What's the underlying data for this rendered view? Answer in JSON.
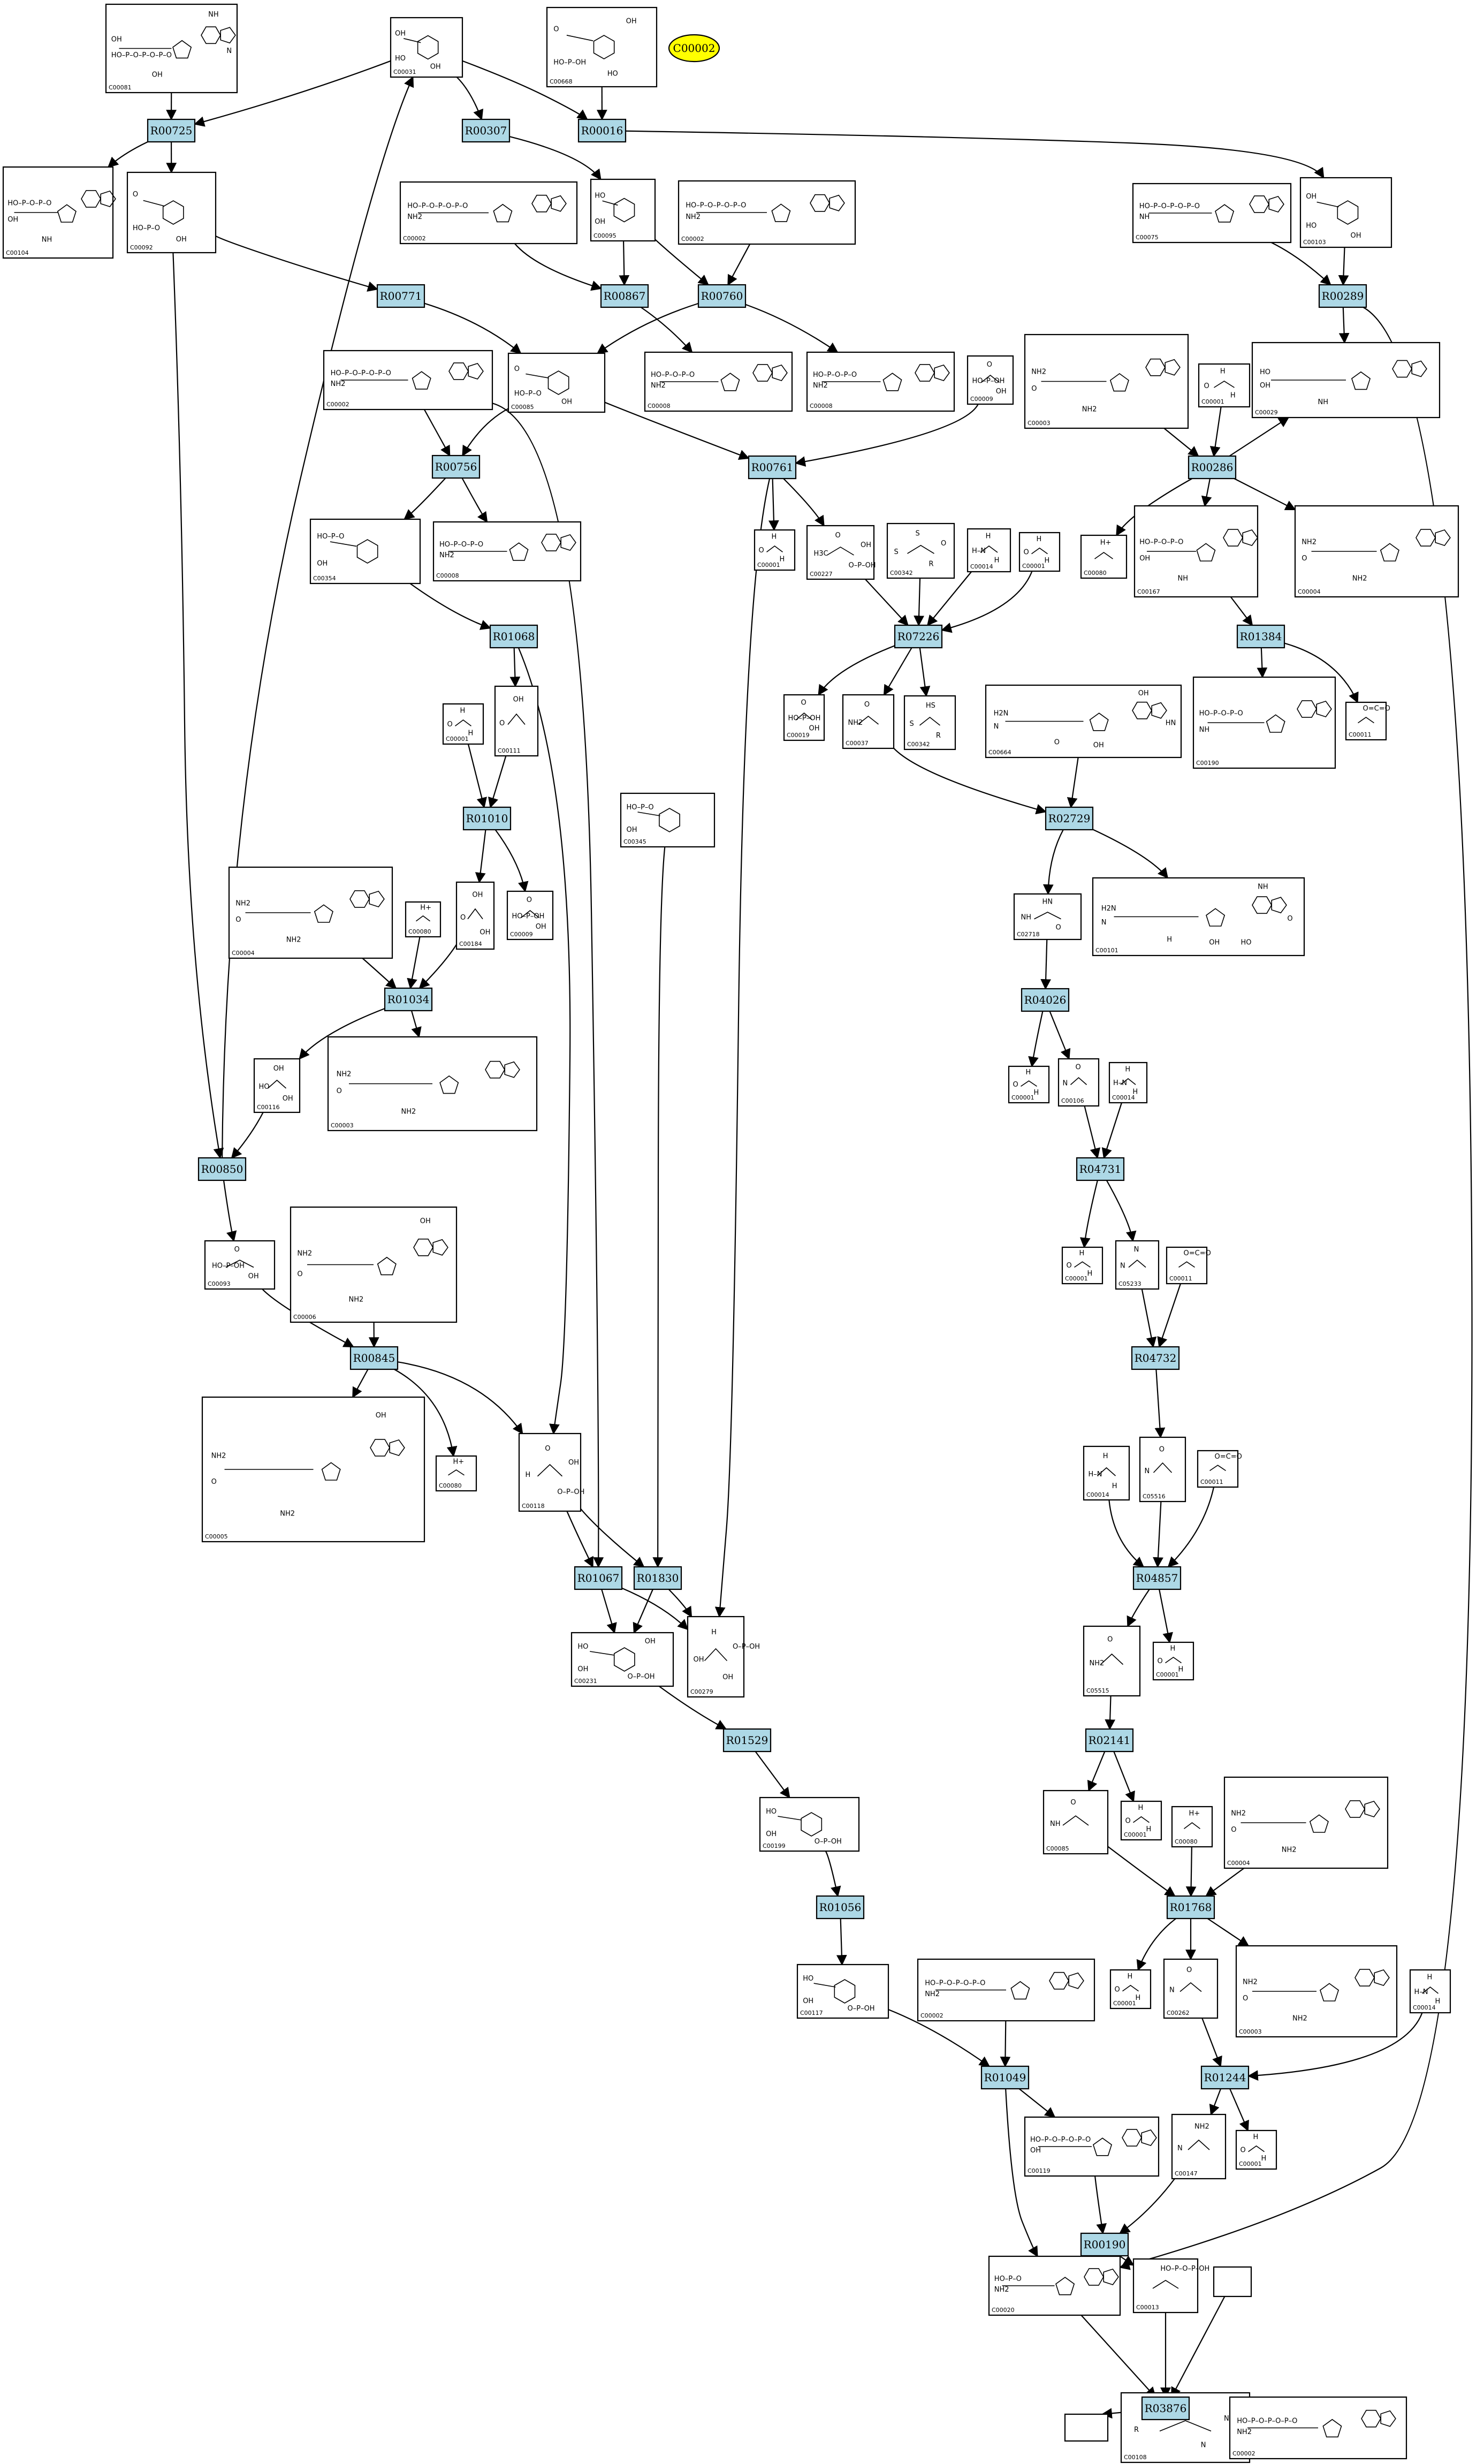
{
  "map": {
    "legend_node": {
      "label": "C00002",
      "fill": "#ffff00"
    },
    "reaction_fill": "#add8e6",
    "compounds": [
      {
        "id": "c1",
        "label": "C00081",
        "kind": "nucleotide",
        "atoms": [
          "OH",
          "HO–P–O–P–O–P–O",
          "OH",
          "NH",
          "N"
        ]
      },
      {
        "id": "c2",
        "label": "C00031",
        "kind": "sugar",
        "atoms": [
          "OH",
          "HO",
          "OH"
        ]
      },
      {
        "id": "c3",
        "label": "C00668",
        "kind": "sugar",
        "atoms": [
          "O",
          "HO–P–OH",
          "HO",
          "OH"
        ]
      },
      {
        "id": "c4",
        "label": "C00104",
        "kind": "nucleotide",
        "atoms": [
          "HO–P–O–P–O",
          "OH",
          "NH"
        ]
      },
      {
        "id": "c5",
        "label": "C00092",
        "kind": "sugar",
        "atoms": [
          "O",
          "HO–P–O",
          "OH"
        ]
      },
      {
        "id": "c6",
        "label": "C00002",
        "kind": "nucleotide",
        "atoms": [
          "HO–P–O–P–O–P–O",
          "NH2"
        ]
      },
      {
        "id": "c7",
        "label": "C00095",
        "kind": "sugar",
        "atoms": [
          "HO",
          "OH"
        ]
      },
      {
        "id": "c8",
        "label": "C00002",
        "kind": "nucleotide",
        "atoms": [
          "HO–P–O–P–O–P–O",
          "NH2"
        ]
      },
      {
        "id": "c9",
        "label": "C00075",
        "kind": "nucleotide",
        "atoms": [
          "HO–P–O–P–O–P–O",
          "NH"
        ]
      },
      {
        "id": "c10",
        "label": "C00103",
        "kind": "sugar",
        "atoms": [
          "OH",
          "HO",
          "OH"
        ]
      },
      {
        "id": "c11",
        "label": "C00002",
        "kind": "nucleotide",
        "atoms": [
          "HO–P–O–P–O–P–O",
          "NH2"
        ]
      },
      {
        "id": "c12",
        "label": "C00085",
        "kind": "sugar",
        "atoms": [
          "O",
          "HO–P–O",
          "OH"
        ]
      },
      {
        "id": "c13",
        "label": "C00008",
        "kind": "nucleotide",
        "atoms": [
          "HO–P–O–P–O",
          "NH2"
        ]
      },
      {
        "id": "c14",
        "label": "C00008",
        "kind": "nucleotide",
        "atoms": [
          "HO–P–O–P–O",
          "NH2"
        ]
      },
      {
        "id": "c15",
        "label": "C00009",
        "kind": "small",
        "atoms": [
          "O",
          "HO–P–OH",
          "OH"
        ]
      },
      {
        "id": "c16",
        "label": "C00003",
        "kind": "nucleotide",
        "atoms": [
          "NH2",
          "O",
          "NH2"
        ]
      },
      {
        "id": "c17",
        "label": "C00001",
        "kind": "small",
        "atoms": [
          "H",
          "O",
          "H"
        ]
      },
      {
        "id": "c18",
        "label": "C00029",
        "kind": "nucleotide",
        "atoms": [
          "HO",
          "OH",
          "NH"
        ]
      },
      {
        "id": "c19",
        "label": "C00354",
        "kind": "sugar",
        "atoms": [
          "HO–P–O",
          "OH"
        ]
      },
      {
        "id": "c20",
        "label": "C00008",
        "kind": "nucleotide",
        "atoms": [
          "HO–P–O–P–O",
          "NH2"
        ]
      },
      {
        "id": "c21",
        "label": "C00001",
        "kind": "small",
        "atoms": [
          "H",
          "O",
          "H"
        ]
      },
      {
        "id": "c22",
        "label": "C00227",
        "kind": "small",
        "atoms": [
          "O",
          "H3C",
          "O–P–OH",
          "OH"
        ]
      },
      {
        "id": "c23",
        "label": "C00342",
        "kind": "small",
        "atoms": [
          "S",
          "S",
          "R",
          "O"
        ]
      },
      {
        "id": "c24",
        "label": "C00014",
        "kind": "small",
        "atoms": [
          "H",
          "H–N",
          "H"
        ]
      },
      {
        "id": "c25",
        "label": "C00001",
        "kind": "small",
        "atoms": [
          "H",
          "O",
          "H"
        ]
      },
      {
        "id": "c26",
        "label": "C00080",
        "kind": "small",
        "atoms": [
          "H+"
        ]
      },
      {
        "id": "c27",
        "label": "C00167",
        "kind": "nucleotide",
        "atoms": [
          "HO–P–O–P–O",
          "OH",
          "NH"
        ]
      },
      {
        "id": "c28",
        "label": "C00004",
        "kind": "nucleotide",
        "atoms": [
          "NH2",
          "O",
          "NH2"
        ]
      },
      {
        "id": "c29",
        "label": "C00001",
        "kind": "small",
        "atoms": [
          "H",
          "O",
          "H"
        ]
      },
      {
        "id": "c30",
        "label": "C00111",
        "kind": "small",
        "atoms": [
          "OH",
          "O"
        ]
      },
      {
        "id": "c31",
        "label": "C00019",
        "kind": "small",
        "atoms": [
          "O",
          "HO–P–OH",
          "OH"
        ]
      },
      {
        "id": "c32",
        "label": "C00037",
        "kind": "small",
        "atoms": [
          "O",
          "NH2"
        ]
      },
      {
        "id": "c33",
        "label": "C00342",
        "kind": "small",
        "atoms": [
          "HS",
          "S",
          "R"
        ]
      },
      {
        "id": "c34",
        "label": "C00664",
        "kind": "large",
        "atoms": [
          "H2N",
          "N",
          "O",
          "OH",
          "HN",
          "OH"
        ]
      },
      {
        "id": "c35",
        "label": "C00190",
        "kind": "nucleotide",
        "atoms": [
          "HO–P–O–P–O",
          "NH"
        ]
      },
      {
        "id": "c36",
        "label": "C00011",
        "kind": "small",
        "atoms": [
          "O=C=O"
        ]
      },
      {
        "id": "c37",
        "label": "C00345",
        "kind": "sugar",
        "atoms": [
          "HO–P–O",
          "OH"
        ]
      },
      {
        "id": "c38",
        "label": "C00004",
        "kind": "nucleotide",
        "atoms": [
          "NH2",
          "O",
          "NH2"
        ]
      },
      {
        "id": "c39",
        "label": "C00080",
        "kind": "small",
        "atoms": [
          "H+"
        ]
      },
      {
        "id": "c40",
        "label": "C00184",
        "kind": "small",
        "atoms": [
          "OH",
          "O",
          "OH"
        ]
      },
      {
        "id": "c41",
        "label": "C00009",
        "kind": "small",
        "atoms": [
          "O",
          "HO–P–OH",
          "OH"
        ]
      },
      {
        "id": "c42",
        "label": "C02718",
        "kind": "small",
        "atoms": [
          "HN",
          "NH",
          "O"
        ]
      },
      {
        "id": "c43",
        "label": "C00101",
        "kind": "large",
        "atoms": [
          "H2N",
          "N",
          "H",
          "NH",
          "O",
          "OH",
          "HO"
        ]
      },
      {
        "id": "c44",
        "label": "C00116",
        "kind": "small",
        "atoms": [
          "OH",
          "HO",
          "OH"
        ]
      },
      {
        "id": "c45",
        "label": "C00003",
        "kind": "nucleotide",
        "atoms": [
          "NH2",
          "O",
          "NH2"
        ]
      },
      {
        "id": "c46",
        "label": "C00001",
        "kind": "small",
        "atoms": [
          "H",
          "O",
          "H"
        ]
      },
      {
        "id": "c47",
        "label": "C00106",
        "kind": "small",
        "atoms": [
          "O",
          "N"
        ]
      },
      {
        "id": "c48",
        "label": "C00014",
        "kind": "small",
        "atoms": [
          "H",
          "H–N",
          "H"
        ]
      },
      {
        "id": "c49",
        "label": "C00093",
        "kind": "small",
        "atoms": [
          "O",
          "HO–P–OH",
          "OH"
        ]
      },
      {
        "id": "c50",
        "label": "C00006",
        "kind": "nucleotide",
        "atoms": [
          "NH2",
          "O",
          "NH2",
          "OH"
        ]
      },
      {
        "id": "c51",
        "label": "C00001",
        "kind": "small",
        "atoms": [
          "H",
          "O",
          "H"
        ]
      },
      {
        "id": "c52",
        "label": "C05233",
        "kind": "small",
        "atoms": [
          "N",
          "N"
        ]
      },
      {
        "id": "c53",
        "label": "C00011",
        "kind": "small",
        "atoms": [
          "O=C=O"
        ]
      },
      {
        "id": "c54",
        "label": "C00005",
        "kind": "nucleotide",
        "atoms": [
          "NH2",
          "O",
          "NH2",
          "OH"
        ]
      },
      {
        "id": "c55",
        "label": "C00080",
        "kind": "small",
        "atoms": [
          "H+"
        ]
      },
      {
        "id": "c56",
        "label": "C00118",
        "kind": "small",
        "atoms": [
          "O",
          "H",
          "O–P–OH",
          "OH"
        ]
      },
      {
        "id": "c57",
        "label": "C00014",
        "kind": "small",
        "atoms": [
          "H",
          "H–N",
          "H"
        ]
      },
      {
        "id": "c58",
        "label": "C05516",
        "kind": "small",
        "atoms": [
          "O",
          "N"
        ]
      },
      {
        "id": "c59",
        "label": "C00011",
        "kind": "small",
        "atoms": [
          "O=C=O"
        ]
      },
      {
        "id": "c60",
        "label": "C00231",
        "kind": "sugar",
        "atoms": [
          "HO",
          "OH",
          "O–P–OH",
          "OH"
        ]
      },
      {
        "id": "c61",
        "label": "C00279",
        "kind": "small",
        "atoms": [
          "H",
          "OH",
          "OH",
          "O–P–OH"
        ]
      },
      {
        "id": "c62",
        "label": "C05515",
        "kind": "small",
        "atoms": [
          "O",
          "NH2"
        ]
      },
      {
        "id": "c63",
        "label": "C00001",
        "kind": "small",
        "atoms": [
          "H",
          "O",
          "H"
        ]
      },
      {
        "id": "c64",
        "label": "C00199",
        "kind": "sugar",
        "atoms": [
          "HO",
          "OH",
          "O–P–OH"
        ]
      },
      {
        "id": "c65",
        "label": "C00080",
        "kind": "small",
        "atoms": [
          "H+"
        ]
      },
      {
        "id": "c66",
        "label": "C00004",
        "kind": "nucleotide",
        "atoms": [
          "NH2",
          "O",
          "NH2"
        ]
      },
      {
        "id": "c67",
        "label": "C00085",
        "kind": "small",
        "atoms": [
          "O",
          "NH"
        ]
      },
      {
        "id": "c68",
        "label": "C00001",
        "kind": "small",
        "atoms": [
          "H",
          "O",
          "H"
        ]
      },
      {
        "id": "c69",
        "label": "C00117",
        "kind": "sugar",
        "atoms": [
          "HO",
          "OH",
          "O–P–OH"
        ]
      },
      {
        "id": "c70",
        "label": "C00002",
        "kind": "nucleotide",
        "atoms": [
          "HO–P–O–P–O–P–O",
          "NH2"
        ]
      },
      {
        "id": "c71",
        "label": "C00001",
        "kind": "small",
        "atoms": [
          "H",
          "O",
          "H"
        ]
      },
      {
        "id": "c72",
        "label": "C00262",
        "kind": "small",
        "atoms": [
          "O",
          "N"
        ]
      },
      {
        "id": "c73",
        "label": "C00003",
        "kind": "nucleotide",
        "atoms": [
          "NH2",
          "O",
          "NH2"
        ]
      },
      {
        "id": "c74",
        "label": "C00014",
        "kind": "small",
        "atoms": [
          "H",
          "H–N",
          "H"
        ]
      },
      {
        "id": "c75",
        "label": "C00119",
        "kind": "nucleotide",
        "atoms": [
          "HO–P–O–P–O–P–O",
          "OH"
        ]
      },
      {
        "id": "c76",
        "label": "C00147",
        "kind": "small",
        "atoms": [
          "NH2",
          "N"
        ]
      },
      {
        "id": "c77",
        "label": "C00001",
        "kind": "small",
        "atoms": [
          "H",
          "O",
          "H"
        ]
      },
      {
        "id": "c78",
        "label": "C00020",
        "kind": "nucleotide",
        "atoms": [
          "HO–P–O",
          "NH2"
        ]
      },
      {
        "id": "c79",
        "label": "C00013",
        "kind": "small",
        "atoms": [
          "HO–P–O–P–OH"
        ]
      },
      {
        "id": "c80",
        "label": "",
        "kind": "empty",
        "atoms": []
      },
      {
        "id": "c81",
        "label": "",
        "kind": "empty",
        "atoms": []
      },
      {
        "id": "c82",
        "label": "C00108",
        "kind": "small",
        "atoms": [
          "O",
          "R",
          "N",
          "NH2"
        ]
      },
      {
        "id": "c83",
        "label": "C00002",
        "kind": "nucleotide",
        "atoms": [
          "HO–P–O–P–O–P–O",
          "NH2"
        ]
      }
    ],
    "reactions": [
      {
        "id": "r1",
        "label": "R00725"
      },
      {
        "id": "r2",
        "label": "R00307"
      },
      {
        "id": "r3",
        "label": "R00016"
      },
      {
        "id": "r4",
        "label": "R00771"
      },
      {
        "id": "r5",
        "label": "R00867"
      },
      {
        "id": "r6",
        "label": "R00760"
      },
      {
        "id": "r7",
        "label": "R00289"
      },
      {
        "id": "r8",
        "label": "R00756"
      },
      {
        "id": "r9",
        "label": "R00761"
      },
      {
        "id": "r10",
        "label": "R00286"
      },
      {
        "id": "r11",
        "label": "R01068"
      },
      {
        "id": "r12",
        "label": "R07226"
      },
      {
        "id": "r13",
        "label": "R01384"
      },
      {
        "id": "r14",
        "label": "R01010"
      },
      {
        "id": "r15",
        "label": "R02729"
      },
      {
        "id": "r16",
        "label": "R01034"
      },
      {
        "id": "r17",
        "label": "R04026"
      },
      {
        "id": "r18",
        "label": "R00850"
      },
      {
        "id": "r19",
        "label": "R04731"
      },
      {
        "id": "r20",
        "label": "R00845"
      },
      {
        "id": "r21",
        "label": "R04732"
      },
      {
        "id": "r22",
        "label": "R01067"
      },
      {
        "id": "r23",
        "label": "R01830"
      },
      {
        "id": "r24",
        "label": "R04857"
      },
      {
        "id": "r25",
        "label": "R01529"
      },
      {
        "id": "r26",
        "label": "R02141"
      },
      {
        "id": "r27",
        "label": "R01056"
      },
      {
        "id": "r28",
        "label": "R01768"
      },
      {
        "id": "r29",
        "label": "R01049"
      },
      {
        "id": "r30",
        "label": "R01244"
      },
      {
        "id": "r31",
        "label": "R00190"
      },
      {
        "id": "r32",
        "label": "R03876"
      }
    ]
  }
}
